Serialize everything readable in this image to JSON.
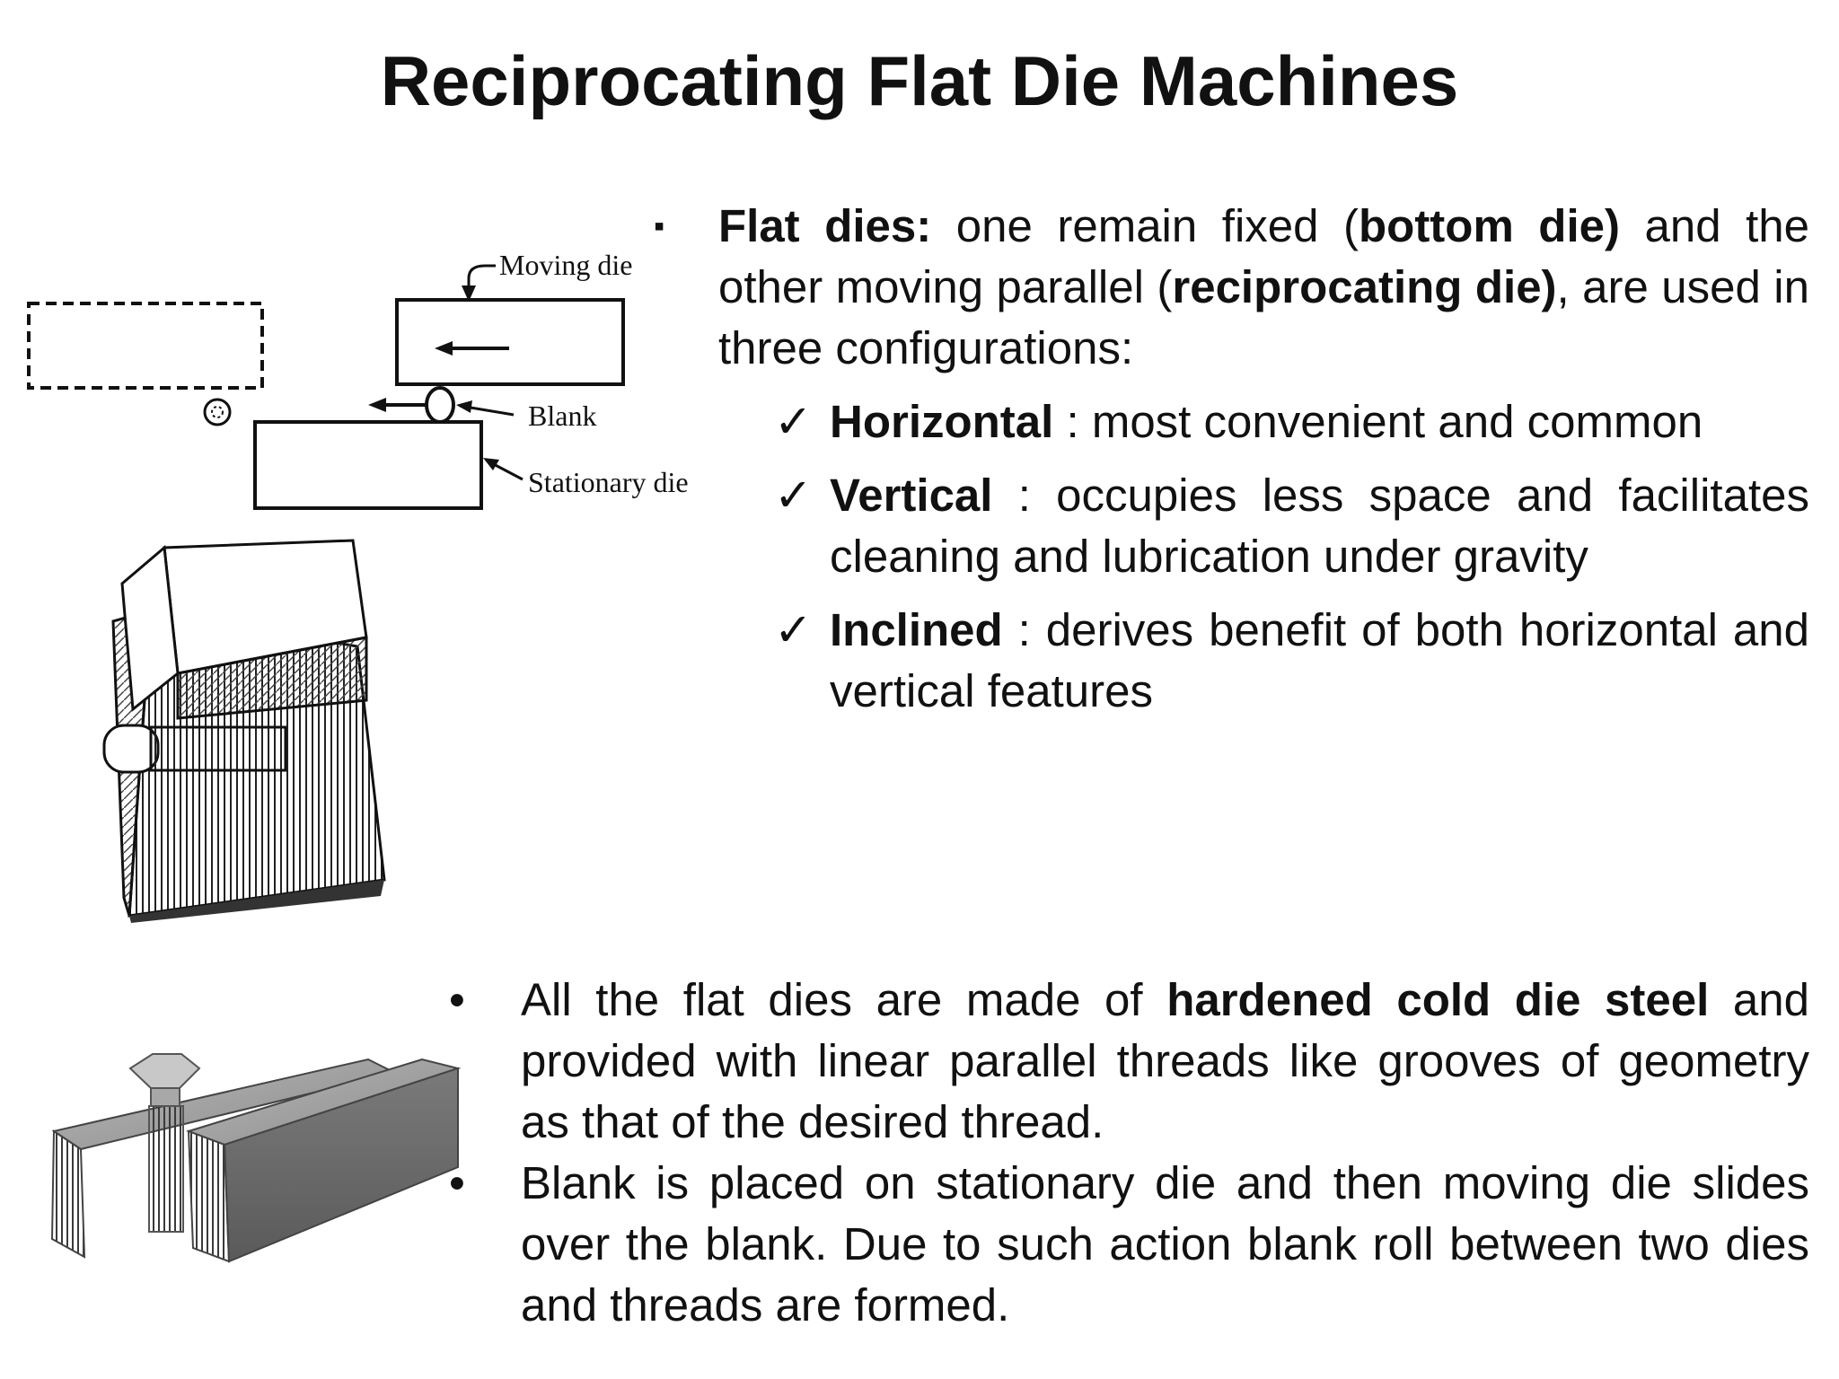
{
  "slide": {
    "title": "Reciprocating Flat Die Machines"
  },
  "schematic": {
    "moving_die_label": "Moving die",
    "blank_label": "Blank",
    "stationary_die_label": "Stationary die"
  },
  "flat_dies": {
    "lead": "Flat dies:",
    "t1": " one remain fixed (",
    "b1": "bottom die)",
    "t2": " and the other moving parallel (",
    "b2": "reciprocating die)",
    "t3": ", are used in three configurations:"
  },
  "configurations": [
    {
      "mark": "✓",
      "name": "Horizontal",
      "desc": " : most convenient and common"
    },
    {
      "mark": "✓",
      "name": "Vertical",
      "desc": " : occupies less space and facilitates cleaning and lubrication under gravity"
    },
    {
      "mark": "✓",
      "name": "Inclined",
      "desc": " : derives benefit of both horizontal and vertical features"
    }
  ],
  "notes": [
    {
      "bullet": "•",
      "t1": "All the flat dies are made of ",
      "b1": "hardened cold die steel",
      "t2": " and provided with linear parallel threads like grooves of geometry as that of the desired thread."
    },
    {
      "bullet": "•",
      "t1": "Blank is placed on stationary die and then moving die slides over the blank. Due to such action blank roll between two dies and threads are formed.",
      "b1": "",
      "t2": ""
    }
  ],
  "markers": {
    "square": "▪"
  },
  "icons": {
    "check": "check-icon",
    "bullet": "bullet-dot"
  }
}
